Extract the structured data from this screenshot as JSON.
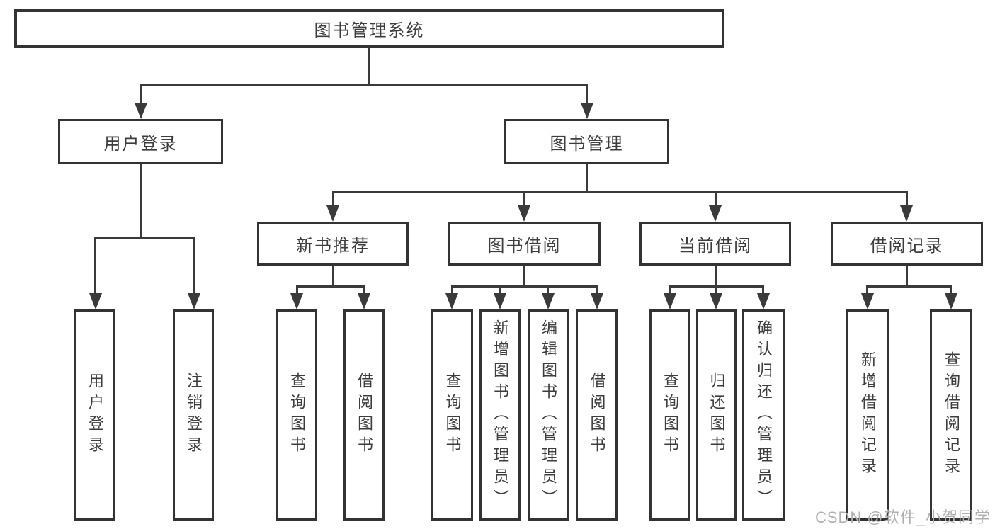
{
  "colors": {
    "background": "#ffffff",
    "box_border": "#333333",
    "connector_line": "#3a3a3a",
    "text": "#3d3d3d",
    "watermark": "#b0b0b0"
  },
  "root": {
    "label": "图书管理系统"
  },
  "branches": {
    "user_login": {
      "label": "用户登录",
      "children": [
        "用户登录",
        "注销登录"
      ]
    },
    "book_mgmt": {
      "label": "图书管理",
      "sections": [
        {
          "label": "新书推荐",
          "children": [
            "查询图书",
            "借阅图书"
          ]
        },
        {
          "label": "图书借阅",
          "children": [
            "查询图书",
            "新增图书（管理员）",
            "编辑图书（管理员）",
            "借阅图书"
          ]
        },
        {
          "label": "当前借阅",
          "children": [
            "查询图书",
            "归还图书",
            "确认归还（管理员）"
          ]
        },
        {
          "label": "借阅记录",
          "children": [
            "新增借阅记录",
            "查询借阅记录"
          ]
        }
      ]
    }
  },
  "watermark": {
    "text": "CSDN @软件_小贺同学"
  }
}
